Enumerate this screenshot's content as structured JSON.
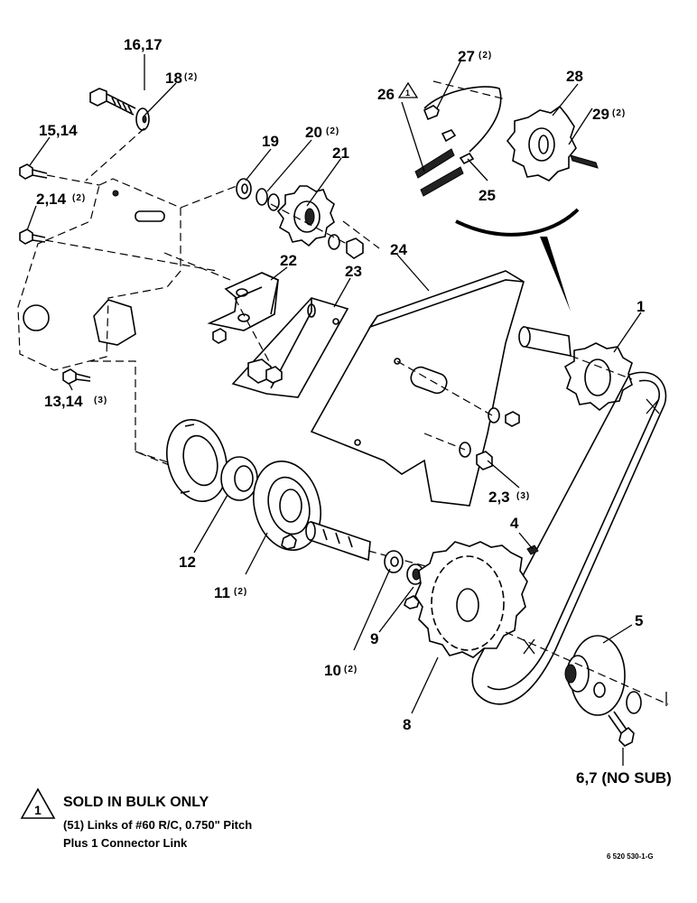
{
  "labels": [
    {
      "id": "l1617",
      "num": "16,17",
      "qty": ""
    },
    {
      "id": "l18",
      "num": "18",
      "qty": "(2)"
    },
    {
      "id": "l1514",
      "num": "15,14",
      "qty": ""
    },
    {
      "id": "l214a",
      "num": "2,14",
      "qty": "(2)"
    },
    {
      "id": "l19",
      "num": "19",
      "qty": ""
    },
    {
      "id": "l20",
      "num": "20",
      "qty": "(2)"
    },
    {
      "id": "l21",
      "num": "21",
      "qty": ""
    },
    {
      "id": "l22",
      "num": "22",
      "qty": ""
    },
    {
      "id": "l23",
      "num": "23",
      "qty": ""
    },
    {
      "id": "l24",
      "num": "24",
      "qty": ""
    },
    {
      "id": "l26",
      "num": "26",
      "qty": ""
    },
    {
      "id": "l27",
      "num": "27",
      "qty": "(2)"
    },
    {
      "id": "l28",
      "num": "28",
      "qty": ""
    },
    {
      "id": "l29",
      "num": "29",
      "qty": "(2)"
    },
    {
      "id": "l25",
      "num": "25",
      "qty": ""
    },
    {
      "id": "l1",
      "num": "1",
      "qty": ""
    },
    {
      "id": "l1314",
      "num": "13,14",
      "qty": "(3)"
    },
    {
      "id": "l23b",
      "num": "2,3",
      "qty": "(3)"
    },
    {
      "id": "l4",
      "num": "4",
      "qty": ""
    },
    {
      "id": "l12",
      "num": "12",
      "qty": ""
    },
    {
      "id": "l11",
      "num": "11",
      "qty": "(2)"
    },
    {
      "id": "l10",
      "num": "10",
      "qty": "(2)"
    },
    {
      "id": "l9",
      "num": "9",
      "qty": ""
    },
    {
      "id": "l5",
      "num": "5",
      "qty": ""
    },
    {
      "id": "l8",
      "num": "8",
      "qty": ""
    },
    {
      "id": "l67",
      "num": "6,7 (NO SUB)",
      "qty": ""
    }
  ],
  "note": {
    "symbol": "1",
    "title": "SOLD IN BULK ONLY",
    "line1": "(51) Links of #60 R/C, 0.750\" Pitch",
    "line2": "Plus 1 Connector Link"
  },
  "drawing_code": "6 520 530-1-G"
}
